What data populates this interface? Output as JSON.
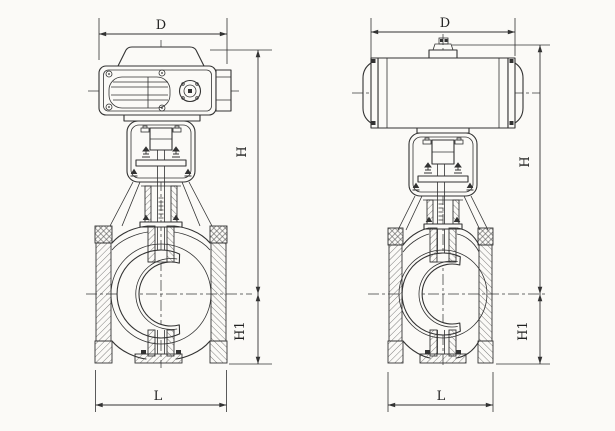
{
  "canvas": {
    "background": "#fbfaf7",
    "line_color": "#333333"
  },
  "views": [
    {
      "name": "valve-with-electric-actuator",
      "labels": {
        "d": "D",
        "h": "H",
        "h1": "H1",
        "l": "L"
      }
    },
    {
      "name": "valve-with-pneumatic-actuator",
      "labels": {
        "d": "D",
        "h": "H",
        "h1": "H1",
        "l": "L"
      }
    }
  ]
}
